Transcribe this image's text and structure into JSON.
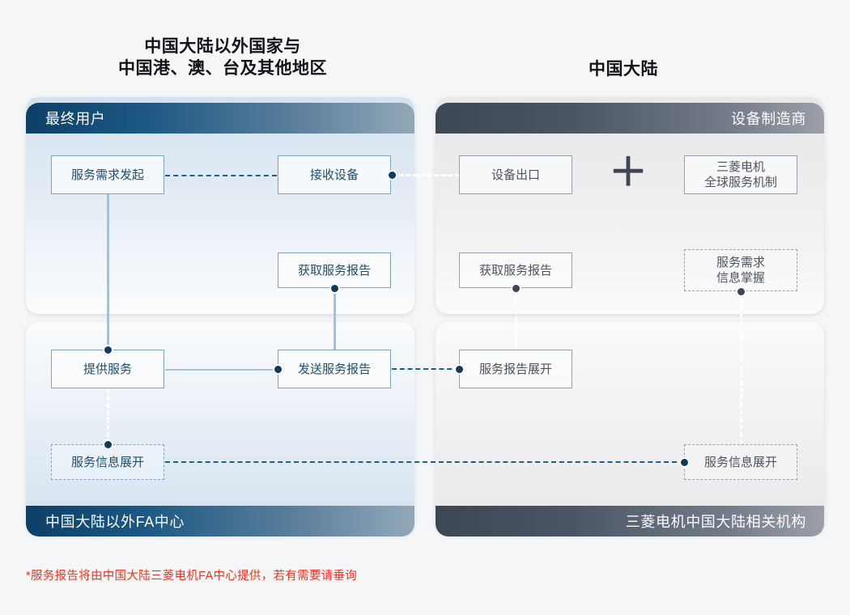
{
  "headings": {
    "left": "中国大陆以外国家与\n中国港、澳、台及其他地区",
    "right": "中国大陆"
  },
  "panels": {
    "top_left": {
      "bar_label": "最终用户",
      "bar_align": "left",
      "bar_color": "#0c3f66"
    },
    "top_right": {
      "bar_label": "设备制造商",
      "bar_align": "right",
      "bar_color": "#3d4653"
    },
    "bottom_left": {
      "bar_label": "中国大陆以外FA中心",
      "bar_align": "left",
      "bar_color": "#0c3f66"
    },
    "bottom_right": {
      "bar_label": "三菱电机中国大陆相关机构",
      "bar_align": "right",
      "bar_color": "#3d4653"
    }
  },
  "nodes": {
    "service_request": "服务需求发起",
    "receive_equipment": "接收设备",
    "get_service_report_l": "获取服务报告",
    "provide_service": "提供服务",
    "send_service_report": "发送服务报告",
    "service_info_open_l": "服务信息展开",
    "equipment_export": "设备出口",
    "global_service_mech": "三菱电机\n全球服务机制",
    "get_service_report_r": "获取服务报告",
    "demand_info_grasp": "服务需求\n信息掌握",
    "report_open": "服务报告展开",
    "service_info_open_r": "服务信息展开",
    "plus_operator": "＋"
  },
  "icons": {
    "plus": "plus-icon",
    "connector_dot": "connector-dot-icon"
  },
  "footnote": "*服务报告将由中国大陆三菱电机FA中心提供，若有需要请垂询",
  "colors": {
    "accent_blue": "#0e3b5e",
    "accent_slate": "#3d4653",
    "footnote_red": "#f8321e",
    "blue_border": "#7fa3bf",
    "gray_border": "#9aa0aa",
    "page_bg": "#f5f6f7"
  }
}
